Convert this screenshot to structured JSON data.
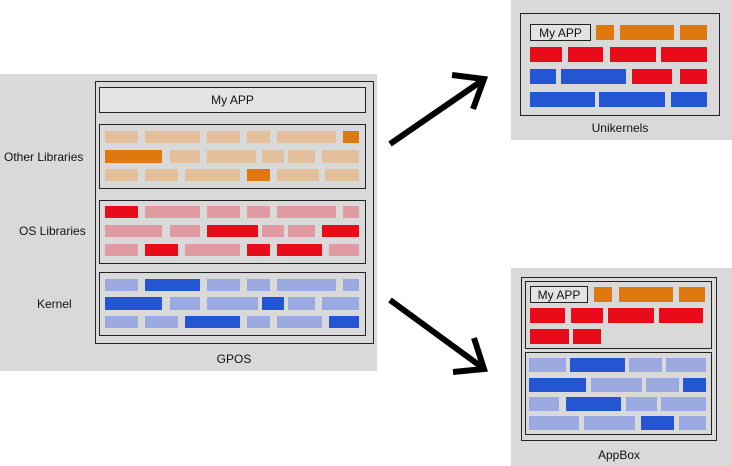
{
  "gpos": {
    "caption": "GPOS",
    "app_label": "My APP",
    "layer_labels": {
      "other": "Other Libraries",
      "os": "OS Libraries",
      "kernel": "Kernel"
    }
  },
  "unikernels": {
    "caption": "Unikernels",
    "app_label": "My APP"
  },
  "appbox": {
    "caption": "AppBox",
    "app_label": "My APP"
  },
  "colors": {
    "other_dark": "#e07810",
    "other_light": "#e4bf9c",
    "os_dark": "#ea0b1a",
    "os_light": "#e09aa1",
    "kernel_dark": "#2456d4",
    "kernel_light": "#9aaae0",
    "panel": "#d9d9d9"
  }
}
